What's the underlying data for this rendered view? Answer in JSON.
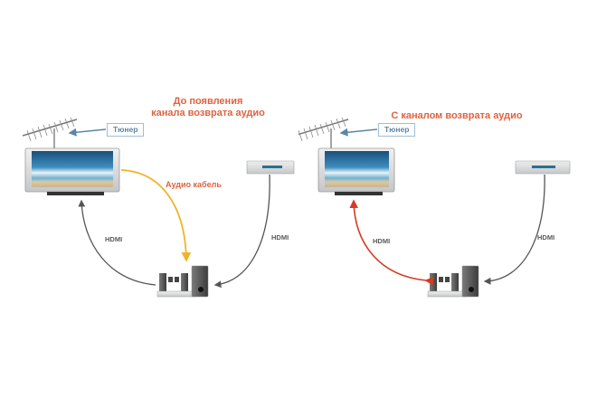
{
  "colors": {
    "title": "#e0623f",
    "tuner_text": "#5b86a8",
    "tuner_border": "#9dbfd6",
    "hdmi_line": "#555555",
    "arc_line": "#d63a22",
    "audio_cable": "#f0b429"
  },
  "panels": [
    {
      "title_line1": "До появления",
      "title_line2": "канала возврата аудио",
      "tuner_label": "Тюнер",
      "audio_cable_label": "Аудио кабель",
      "hdmi_left_label": "HDMI",
      "hdmi_right_label": "HDMI",
      "devices": [
        "antenna-icon",
        "tv-icon",
        "dvd-player-icon",
        "home-theater-icon"
      ]
    },
    {
      "title_line1": "С каналом возврата аудио",
      "tuner_label": "Тюнер",
      "hdmi_left_label": "HDMI",
      "hdmi_right_label": "HDMI",
      "devices": [
        "antenna-icon",
        "tv-icon",
        "dvd-player-icon",
        "home-theater-icon"
      ]
    }
  ]
}
